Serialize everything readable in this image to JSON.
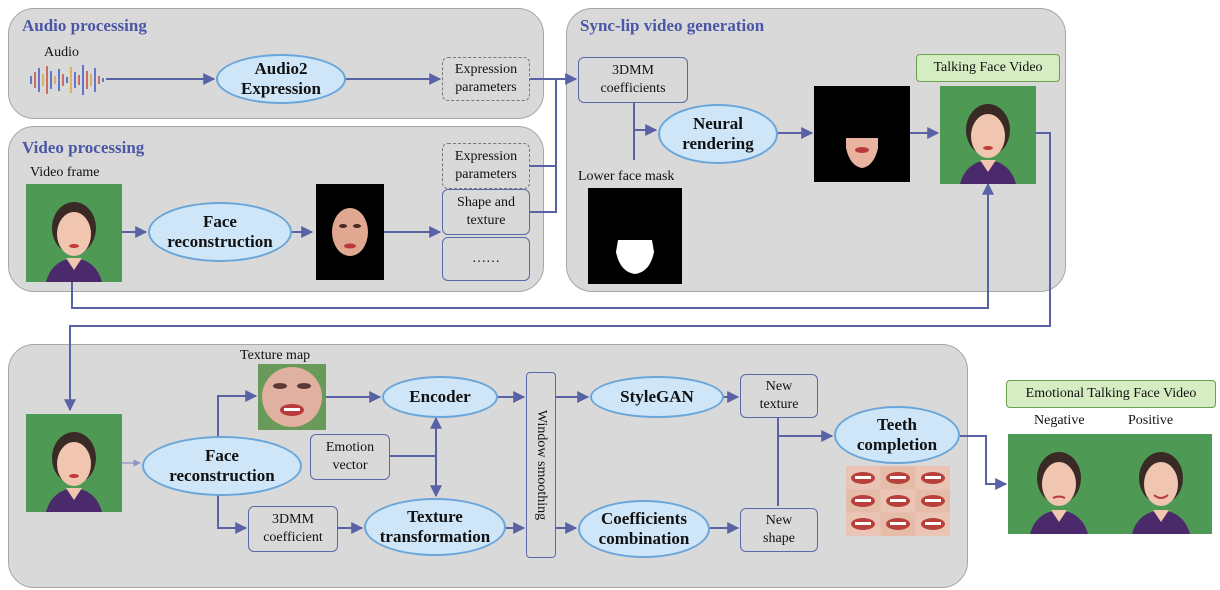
{
  "panels": {
    "audio": {
      "title": "Audio processing"
    },
    "video": {
      "title": "Video processing"
    },
    "sync": {
      "title": "Sync-lip video generation"
    }
  },
  "labels": {
    "audio": "Audio",
    "video_frame": "Video frame",
    "lower_face_mask": "Lower face mask",
    "texture_map": "Texture map",
    "negative": "Negative",
    "positive": "Positive"
  },
  "nodes": {
    "audio2expression": [
      "Audio2",
      "Expression"
    ],
    "face_reconstruction_top": [
      "Face",
      "reconstruction"
    ],
    "neural_rendering": [
      "Neural",
      "rendering"
    ],
    "encoder": "Encoder",
    "face_reconstruction_bottom": [
      "Face",
      "reconstruction"
    ],
    "stylegan": "StyleGAN",
    "texture_transformation": [
      "Texture",
      "transformation"
    ],
    "coefficients_combination": [
      "Coefficients",
      "combination"
    ],
    "teeth_completion": [
      "Teeth",
      "completion"
    ]
  },
  "boxes": {
    "expression_params_audio": [
      "Expression",
      "parameters"
    ],
    "expression_params_video": [
      "Expression",
      "parameters"
    ],
    "shape_texture": [
      "Shape and",
      "texture"
    ],
    "dots": "……",
    "coeff_3dmm": [
      "3DMM",
      "coefficients"
    ],
    "emotion_vector": [
      "Emotion",
      "vector"
    ],
    "coeff_3dmm_bottom": [
      "3DMM",
      "coefficient"
    ],
    "window_smoothing": "Window smoothing",
    "new_texture": [
      "New",
      "texture"
    ],
    "new_shape": [
      "New",
      "shape"
    ]
  },
  "outputs": {
    "talking_face_video": "Talking Face Video",
    "emotional_talking_face_video": "Emotional Talking Face Video"
  },
  "colors": {
    "panel": "#d9d9d9",
    "ellipse_fill": "#cfe6f8",
    "ellipse_border": "#6aa6d9",
    "arrow": "#5a62a6",
    "title": "#4a56a6",
    "output_label": "#d6ecc2"
  }
}
